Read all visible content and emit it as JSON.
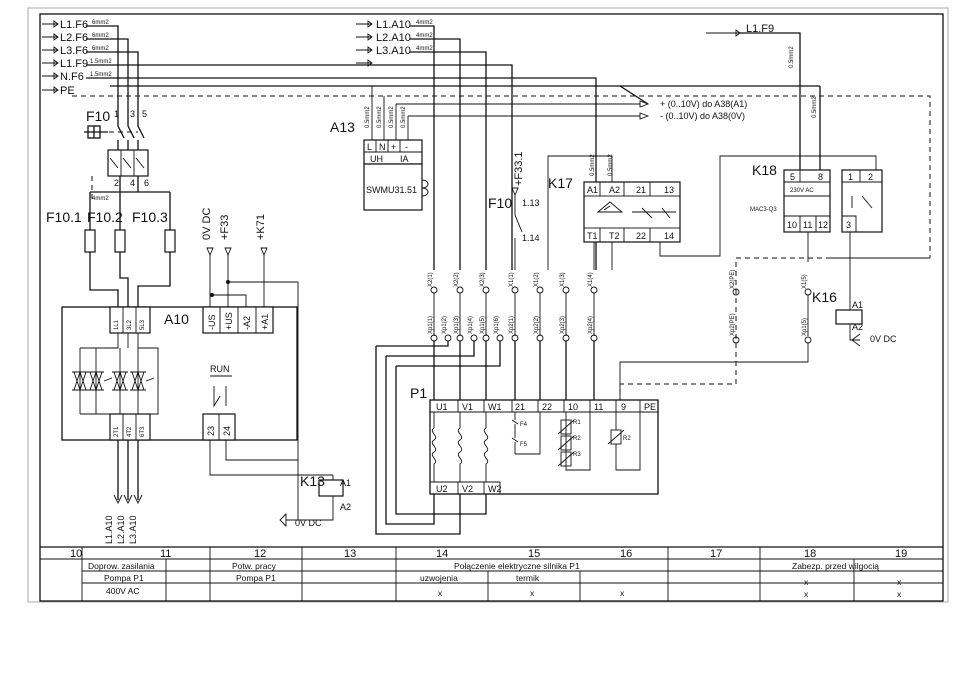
{
  "feeds_left": [
    "L1.F6",
    "L2.F6",
    "L3.F6",
    "L1.F9",
    "N.F6",
    "PE"
  ],
  "feeds_left_sizes": [
    "6mm2",
    "6mm2",
    "6mm2",
    "1.5mm2",
    "1.5mm2"
  ],
  "feeds_mid": [
    "L1.A10",
    "L2.A10",
    "L3.A10"
  ],
  "feeds_mid_sizes": [
    "4mm2",
    "4mm2",
    "4mm2"
  ],
  "feed_right": "L1.F9",
  "f10": {
    "label": "F10",
    "terms_top": [
      "1",
      "3",
      "5"
    ],
    "terms_bottom": [
      "2",
      "4",
      "6"
    ],
    "size": "4mm2"
  },
  "fuses": [
    "F10.1",
    "F10.2",
    "F10.3"
  ],
  "a10": {
    "label": "A10",
    "inputs": [
      "1L1",
      "3L2",
      "5L3"
    ],
    "controls": [
      "-US",
      "+US",
      "-A2",
      "+A1"
    ],
    "outputs": [
      "2T1",
      "4T2",
      "6T3"
    ],
    "relay": [
      "23",
      "24"
    ],
    "run": "RUN"
  },
  "a10_signals": [
    "0V DC",
    "+F33",
    "+K71"
  ],
  "a10_out_labels": [
    "L1.A10",
    "L2.A10",
    "L3.A10"
  ],
  "k13": {
    "label": "K13",
    "a1": "A1",
    "a2": "A2",
    "ref": "0V DC"
  },
  "a13": {
    "label": "A13",
    "terms": [
      "L",
      "N",
      "+",
      "-"
    ],
    "sizes": [
      "0.5mm2",
      "0.5mm2",
      "0.5mm2",
      "0.5mm2"
    ],
    "uh": "UH",
    "ia": "IA",
    "type": "SWMU31.51"
  },
  "a13_out": [
    "+ (0..10V) do A38(A1)",
    "- (0..10V) do A38(0V)"
  ],
  "f10_aux": {
    "label": "F10",
    "t1": "1.13",
    "t2": "1.14",
    "feed": "+F33.1"
  },
  "k17": {
    "label": "K17",
    "terms_top": [
      "A1",
      "A2",
      "21",
      "13"
    ],
    "terms_bottom": [
      "T1",
      "T2",
      "22",
      "14"
    ],
    "sizes": [
      "0.5mm2",
      "0.5mm2"
    ]
  },
  "k18": {
    "label": "K18",
    "terms_top": [
      "5",
      "8"
    ],
    "terms_bottom": [
      "10",
      "11",
      "12"
    ],
    "rating": "230V AC",
    "type": "MAC3-Q3",
    "sizes": [
      "0.5mm2",
      "0.5mm2"
    ],
    "k16_terms": [
      "1",
      "2",
      "3"
    ]
  },
  "k16": {
    "label": "K16",
    "a1": "A1",
    "a2": "A2",
    "ref": "0V DC"
  },
  "x2_labels": [
    "X2(1)",
    "X2(2)",
    "X2(3)",
    "X1(1)",
    "X1(2)",
    "X1(3)",
    "X1(4)",
    "X2(PE)",
    "X1(5)"
  ],
  "xp_labels": [
    "Xp1(1)",
    "Xp1(2)",
    "Xp1(3)",
    "Xp1(4)",
    "Xp1(5)",
    "Xp1(6)",
    "Xp2(1)",
    "Xp2(2)",
    "Xp2(3)",
    "Xp2(4)",
    "Xp2(PE)",
    "Xp1(5)"
  ],
  "p1": {
    "label": "P1",
    "terms": [
      "U1",
      "V1",
      "W1",
      "21",
      "22",
      "10",
      "11",
      "9",
      "PE"
    ],
    "bottom": [
      "U2",
      "V2",
      "W2"
    ],
    "parts": [
      "F4",
      "F5",
      "R1",
      "R2",
      "R3",
      "R2"
    ]
  },
  "footer": {
    "numbers": [
      "10",
      "11",
      "12",
      "13",
      "14",
      "15",
      "16",
      "17",
      "18",
      "19"
    ],
    "col1": [
      "Doprow. zasilania",
      "Pompa P1",
      "400V AC"
    ],
    "col2": [
      "Potw. pracy",
      "Pompa P1"
    ],
    "col3_title": "Połączenie elektryczne silnika P1",
    "col3_a": "uzwojenia",
    "col3_b": "termik",
    "col4_title": "Zabezp. przed wilgocią",
    "marks": [
      "x",
      "x",
      "x",
      "x",
      "x",
      "x",
      "x"
    ]
  }
}
